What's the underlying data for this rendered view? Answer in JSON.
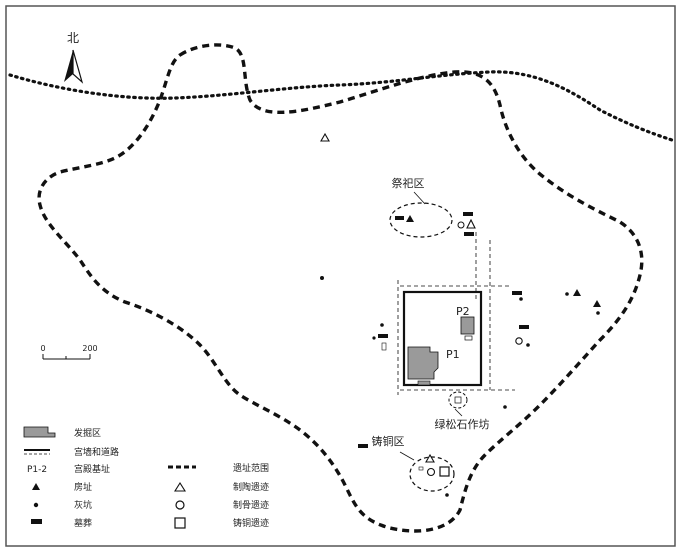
{
  "north": {
    "label": "北"
  },
  "scale": {
    "start": "0",
    "end": "200"
  },
  "areas": {
    "sacrifice": "祭祀区",
    "turquoise": "绿松石作坊",
    "bronze": "铸铜区"
  },
  "palaces": {
    "p1": "P1",
    "p2": "P2"
  },
  "legend": {
    "excavation": "发掘区",
    "walls_roads": "宫墙和道路",
    "palace_base_code": "P1-2",
    "palace_base": "宫殿基址",
    "house": "房址",
    "ash_pit": "灰坑",
    "burial": "墓葬",
    "site_extent": "遗址范围",
    "pottery": "制陶遗迹",
    "bone": "制骨遗迹",
    "bronze_casting": "铸铜遗迹"
  },
  "colors": {
    "ink": "#111111",
    "excavation_fill": "#9a9a9a",
    "frame": "#555555"
  }
}
